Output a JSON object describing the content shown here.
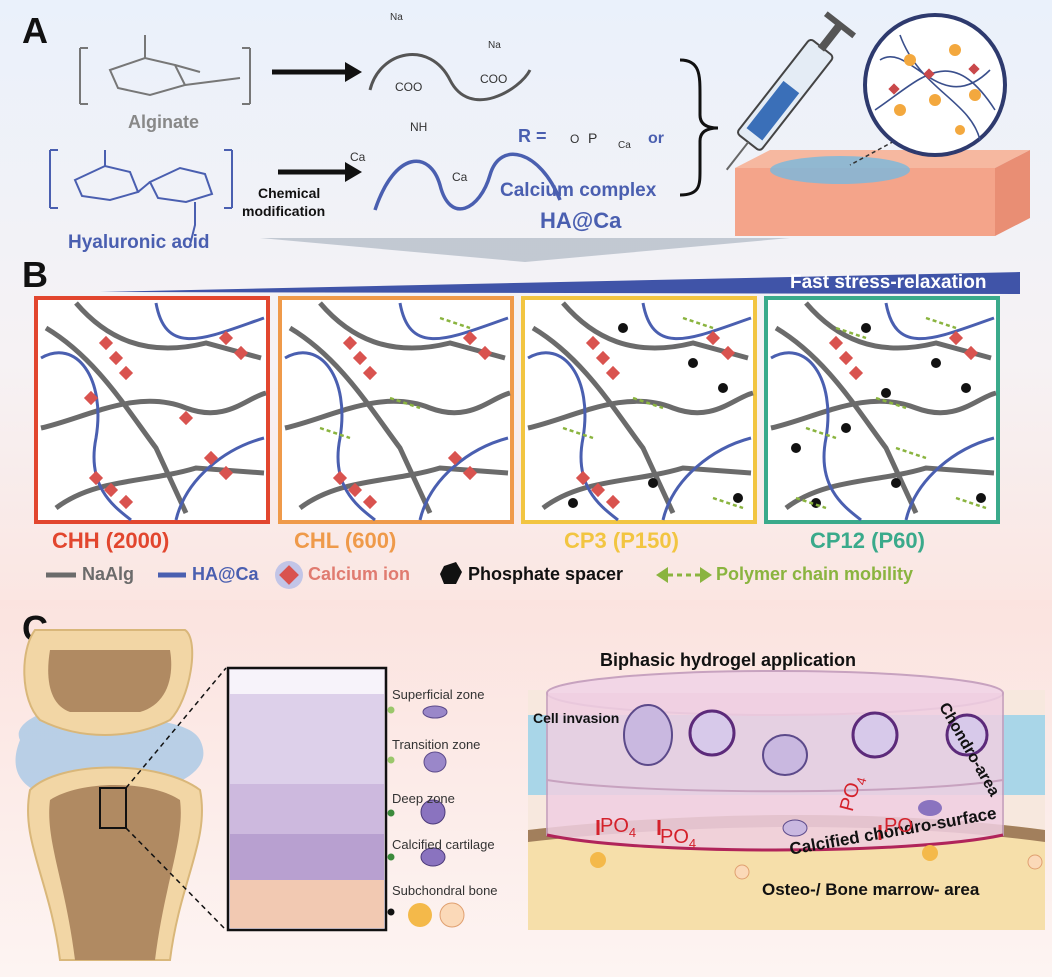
{
  "panelA": {
    "letter": "A",
    "alginate": "Alginate",
    "hyaluronic_acid": "Hyaluronic acid",
    "chemical_modification_1": "Chemical",
    "chemical_modification_2": "modification",
    "calcium_complex": "Calcium complex",
    "haca": "HA@Ca",
    "r_eq": "R =",
    "or": "or",
    "na": "Na",
    "coo": "COO",
    "ca": "Ca",
    "nh": "NH",
    "o": "O",
    "r": "R",
    "p": "P"
  },
  "panelB": {
    "letter": "B",
    "fast_stress": "Fast stress-relaxation",
    "boxes": [
      {
        "label": "CHH (2000)",
        "color": "#e2462e"
      },
      {
        "label": "CHL (600)",
        "color": "#ef9a4a"
      },
      {
        "label": "CP3 (P150)",
        "color": "#f2c541"
      },
      {
        "label": "CP12 (P60)",
        "color": "#3aaa8b"
      }
    ],
    "legend": {
      "naalg": "NaAlg",
      "haca": "HA@Ca",
      "calcium_ion": "Calcium ion",
      "phosphate_spacer": "Phosphate spacer",
      "polymer_mobility": "Polymer chain mobility"
    }
  },
  "panelC": {
    "letter": "C",
    "zones": [
      "Superficial zone",
      "Transition  zone",
      "Deep  zone",
      "Calcified cartilage",
      "Subchondral bone"
    ],
    "biphasic_title": "Biphasic hydrogel application",
    "cell_invasion": "Cell invasion",
    "chondro_area": "Chondro-area",
    "calcified_surface": "Calcified chondro-surface",
    "osteo_area": "Osteo-/ Bone marrow- area",
    "po4": "PO",
    "po4_sub": "4"
  },
  "colors": {
    "alg_gray": "#6b6b6b",
    "ha_blue": "#4a5fb0",
    "ca_red": "#d9534f",
    "mobility_green": "#8ab43f",
    "po4_red": "#d4212b"
  }
}
